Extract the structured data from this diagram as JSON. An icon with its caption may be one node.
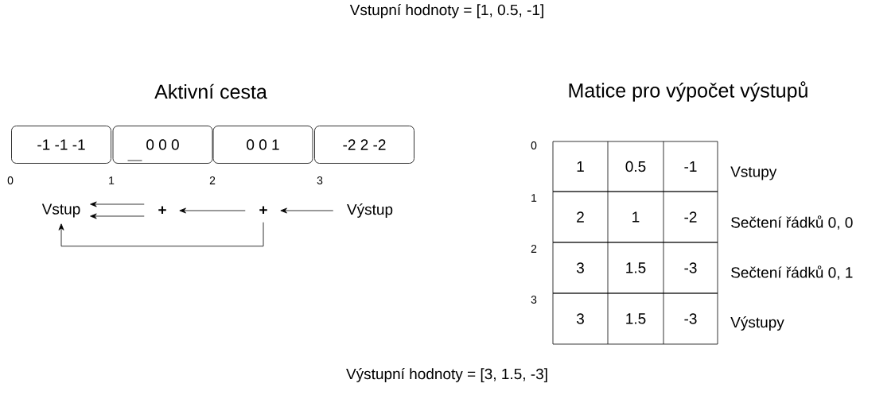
{
  "diagram": {
    "title": "Vstupní hodnoty = [1, 0.5, -1]",
    "caption": "Výstupní hodnoty = [3, 1.5, -3]",
    "nodes": [
      {
        "text": [
          "-1 -1 -1"
        ]
      },
      {
        "text": [
          "0 0 0"
        ]
      },
      {
        "text": [
          "0 0 1"
        ]
      },
      {
        "text": [
          "-2 2 -2"
        ]
      },
      {
        "text": [
          "Vstup"
        ]
      },
      {
        "text": [
          "+"
        ]
      },
      {
        "text": [
          "+"
        ]
      },
      {
        "text": [
          "Výstup"
        ]
      }
    ],
    "edges": [
      {
        "from": 7,
        "to": 6,
        "arrow": "to"
      },
      {
        "from": 6,
        "to": 5,
        "arrow": "to"
      },
      {
        "from": 5,
        "to": 4,
        "arrow": "to"
      },
      {
        "from": 5,
        "to": 4,
        "arrow": "to"
      },
      {
        "from": 6,
        "to": 4,
        "arrow": "to"
      }
    ],
    "labels": [
      "Aktivní cesta",
      "Matice pro výpočet výstupů",
      "0",
      "1",
      "2",
      "3",
      "0",
      "1",
      "0.5",
      "-1",
      "Vstupy",
      "1",
      "2",
      "1",
      "-2",
      "Sečtení řádků 0, 0",
      "2",
      "3",
      "1.5",
      "-3",
      "Sečtení řádků 0, 1",
      "3",
      "3",
      "1.5",
      "-3",
      "Výstupy"
    ]
  }
}
